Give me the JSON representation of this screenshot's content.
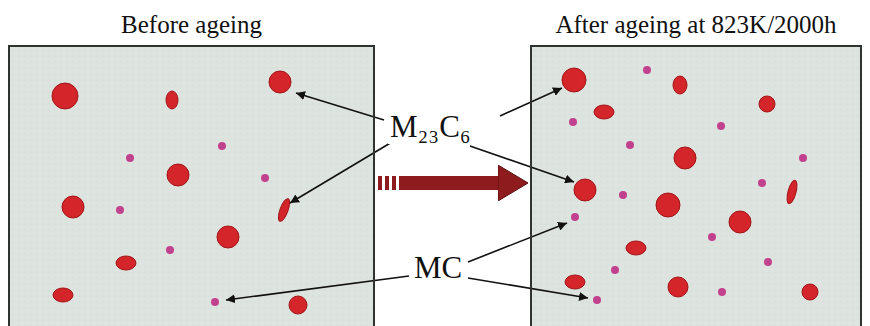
{
  "diagram": {
    "nodes": [
      {
        "text": [
          "Before ageing"
        ]
      },
      {
        "text": [
          "After ageing at 823K/2000h"
        ]
      }
    ],
    "edges": [
      {
        "from": 0,
        "to": 1,
        "arrow": "to"
      }
    ],
    "labels": [
      "M₂₃C₆",
      "MC"
    ]
  }
}
